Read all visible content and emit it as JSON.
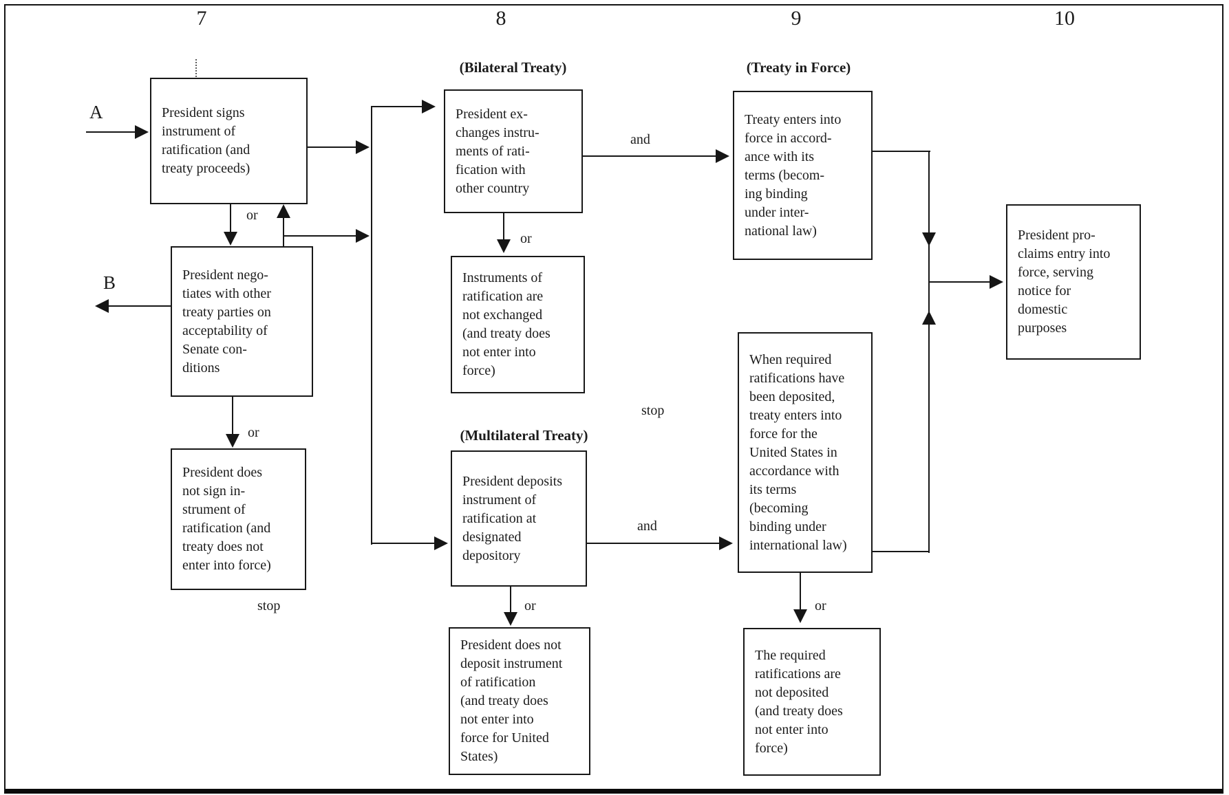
{
  "column_headers": [
    "7",
    "8",
    "9",
    "10"
  ],
  "section_labels": {
    "bilateral": "(Bilateral Treaty)",
    "treaty_in_force": "(Treaty in Force)",
    "multilateral": "(Multilateral Treaty)"
  },
  "flow_labels": {
    "a": "A",
    "b": "B",
    "or": "or",
    "and": "and",
    "stop": "stop"
  },
  "boxes": {
    "president_signs": "President signs\ninstrument of\nratification (and\ntreaty proceeds)",
    "negotiates": "President nego-\ntiates with other\ntreaty parties on\nacceptability of\nSenate con-\nditions",
    "not_sign": "President does\nnot sign in-\nstrument of\nratification (and\ntreaty does not\nenter into force)",
    "exchanges": "President ex-\nchanges instru-\nments of rati-\nfication with\nother country",
    "instruments_not_exchanged": "Instruments of\nratification are\nnot exchanged\n(and treaty does\nnot enter into\nforce)",
    "deposits": "President deposits\ninstrument of\nratification at\ndesignated\ndepository",
    "not_deposit": "President does not\ndeposit instrument\nof ratification\n(and treaty does\nnot enter into\nforce for United\nStates)",
    "enters_force": "Treaty enters into\nforce in accord-\nance with its\nterms (becom-\ning binding\nunder inter-\nnational law)",
    "when_required": "When required\nratifications have\nbeen deposited,\ntreaty enters into\nforce for the\nUnited States in\naccordance with\nits terms\n(becoming\nbinding under\ninternational law)",
    "not_deposited": "The required\nratifications are\nnot deposited\n(and treaty does\nnot enter into\nforce)",
    "proclaims": "President pro-\nclaims entry into\nforce, serving\nnotice for\ndomestic\npurposes"
  }
}
